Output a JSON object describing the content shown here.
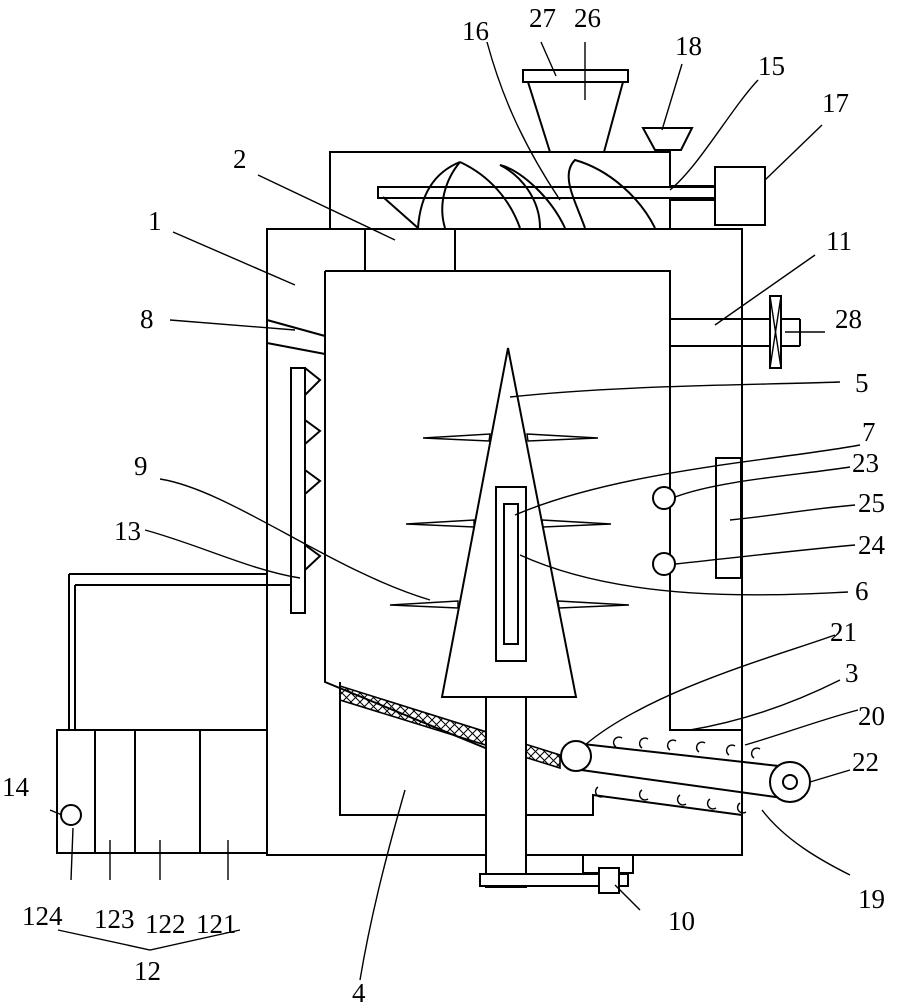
{
  "labels": {
    "l1": "1",
    "l2": "2",
    "l3": "3",
    "l4": "4",
    "l5": "5",
    "l6": "6",
    "l7": "7",
    "l8": "8",
    "l9": "9",
    "l10": "10",
    "l11": "11",
    "l12": "12",
    "l13": "13",
    "l14": "14",
    "l15": "15",
    "l16": "16",
    "l17": "17",
    "l18": "18",
    "l19": "19",
    "l20": "20",
    "l21": "21",
    "l22": "22",
    "l23": "23",
    "l24": "24",
    "l25": "25",
    "l26": "26",
    "l27": "27",
    "l28": "28",
    "l121": "121",
    "l122": "122",
    "l123": "123",
    "l124": "124"
  }
}
